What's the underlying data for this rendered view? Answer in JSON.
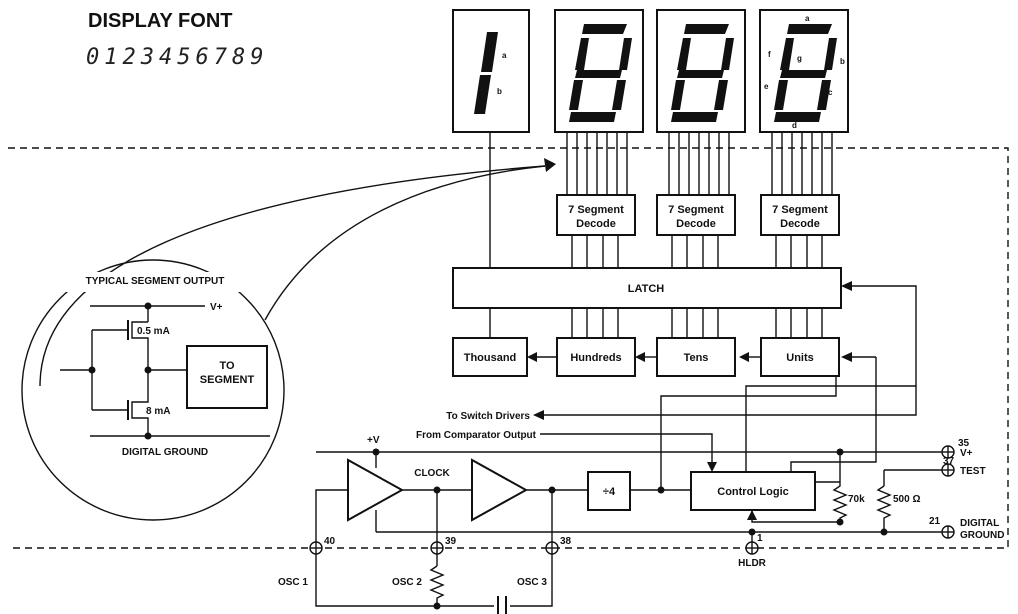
{
  "title": "DISPLAY FONT",
  "font_sample": "0123456789",
  "segment_letters": {
    "a": "a",
    "b": "b",
    "c": "c",
    "d": "d",
    "e": "e",
    "f": "f",
    "g": "g"
  },
  "decoders": [
    "7 Segment",
    "Decode"
  ],
  "latch": "LATCH",
  "counters": [
    "Thousand",
    "Hundreds",
    "Tens",
    "Units"
  ],
  "signals": {
    "switch_drivers": "To Switch Drivers",
    "comparator": "From Comparator Output",
    "vplus_top": "+V",
    "clock": "CLOCK",
    "divide": "÷4",
    "control": "Control Logic",
    "r70k": "70k",
    "r500": "500 Ω"
  },
  "inset": {
    "title": "TYPICAL SEGMENT OUTPUT",
    "vplus": "V+",
    "i_top": "0.5 mA",
    "i_bot": "8 mA",
    "to_segment_1": "TO",
    "to_segment_2": "SEGMENT",
    "ground": "DIGITAL GROUND"
  },
  "pins": {
    "p35": "35",
    "p35_label": "V+",
    "p37": "37",
    "p37_label": "TEST",
    "p21": "21",
    "p21_label_1": "DIGITAL",
    "p21_label_2": "GROUND",
    "p40": "40",
    "p39": "39",
    "p38": "38",
    "p1": "1",
    "osc1": "OSC 1",
    "osc2": "OSC 2",
    "osc3": "OSC 3",
    "hldr": "HLDR"
  }
}
